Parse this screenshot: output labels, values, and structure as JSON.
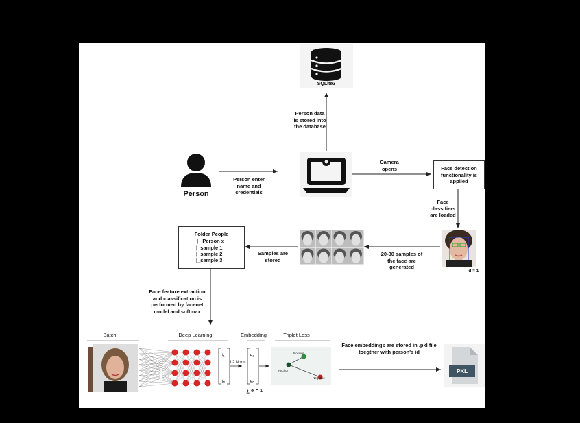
{
  "nodes": {
    "database": "SQLite3",
    "person": "Person",
    "face_detection": "Face detection functionality is applied",
    "folder_title": "Folder People",
    "folder_lines": [
      "|_ Person x",
      "|_sample 1",
      "|_sample 2",
      "|_sample 3"
    ],
    "pkl": "PKL",
    "face_id": "id = 1"
  },
  "edges": {
    "to_database": "Person data is stored into the database",
    "person_to_laptop": "Person enter name and credentials",
    "camera_opens": "Camera opens",
    "classifiers_loaded": "Face classifiers are loaded",
    "samples_generated": "20-30 samples of the face are generated",
    "samples_stored": "Samples are stored",
    "feature_extraction": "Face feature extraction and classification is performed by facenet model and softmax",
    "embeddings_stored": "Face embeddings are stored in .pkl file toegther with person's id"
  },
  "pipeline": {
    "batch": "Batch",
    "deep_learning": "Deep Learning",
    "embedding": "Embedding",
    "triplet_loss": "Triplet Loss",
    "l2_norm": "L2 Norm",
    "sum_formula": "∑ eᵢ = 1",
    "positive": "Positive",
    "anchor": "Anchor",
    "negative": "Negative"
  },
  "icons": [
    "database-icon",
    "person-icon",
    "laptop-camera-icon",
    "face-icon",
    "pkl-file-icon"
  ]
}
